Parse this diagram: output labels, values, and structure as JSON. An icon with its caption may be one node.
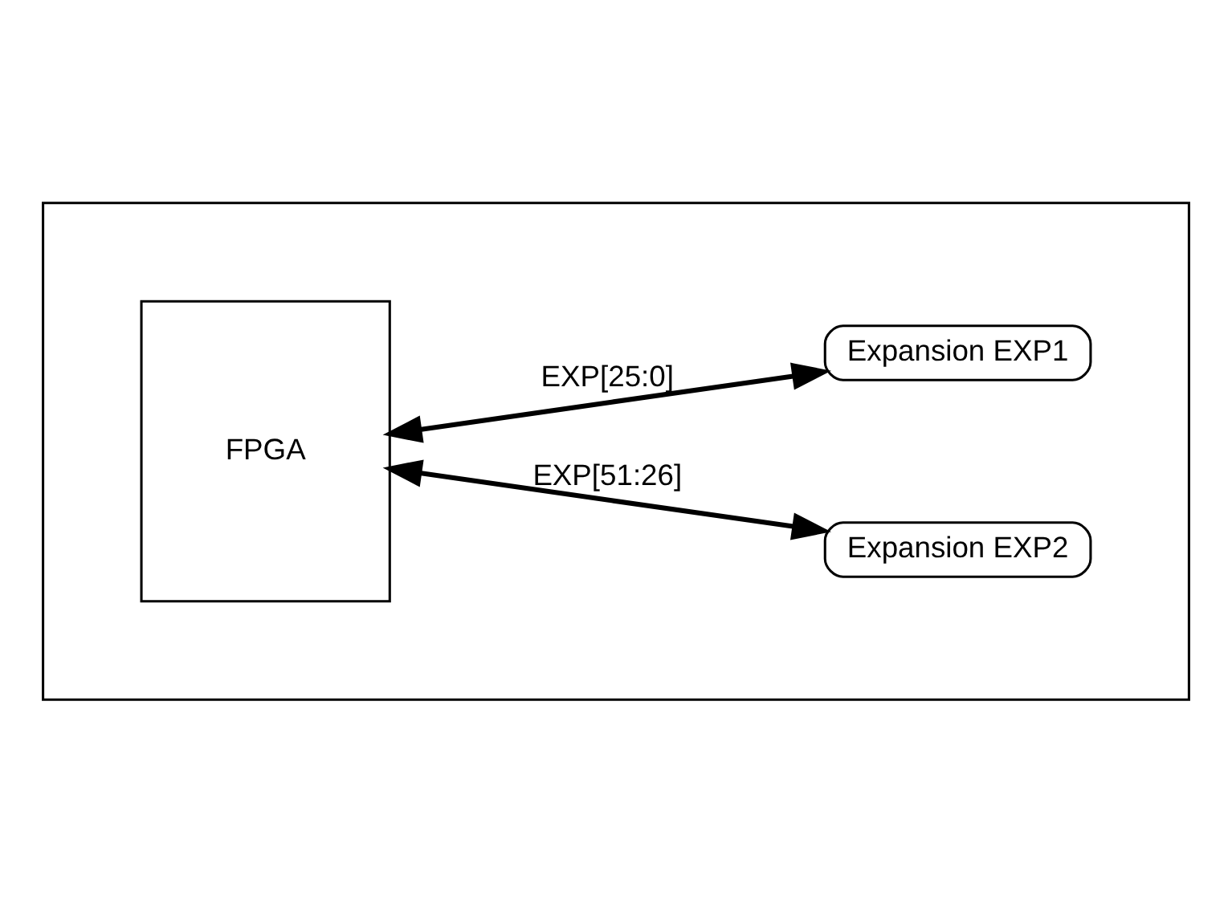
{
  "diagram": {
    "nodes": [
      {
        "text": [],
        "shape": "box"
      },
      {
        "text": [
          "FPGA"
        ],
        "in": 0
      },
      {
        "text": [
          "Expansion EXP1"
        ],
        "in": 0
      },
      {
        "text": [
          "Expansion EXP2"
        ],
        "in": 0
      }
    ],
    "edges": [
      {
        "from": 1,
        "to": 2,
        "arrow": "both",
        "label": "EXP[25:0]"
      },
      {
        "from": 1,
        "to": 3,
        "arrow": "both",
        "label": "EXP[51:26]"
      }
    ]
  }
}
